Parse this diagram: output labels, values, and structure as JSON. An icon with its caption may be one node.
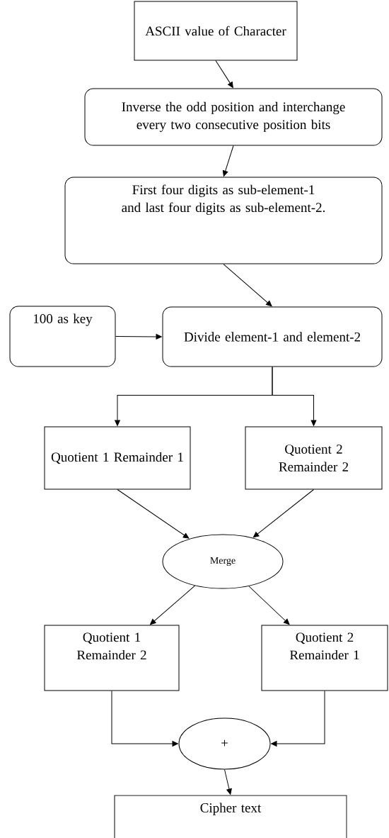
{
  "diagram": {
    "nodes": [
      {
        "text": [
          "ASCII value of Character"
        ]
      },
      {
        "text": [
          "Inverse the odd position and interchange every two consecutive position bits"
        ]
      },
      {
        "text": [
          "First four digits as sub-element-1 and last four digits as sub-element-2."
        ]
      },
      {
        "text": [
          "100 as key"
        ]
      },
      {
        "text": [
          "Divide element-1 and element-2"
        ]
      },
      {
        "text": [
          "Quotient 1 Remainder 1"
        ]
      },
      {
        "text": [
          "Quotient 2 Remainder 2"
        ]
      },
      {
        "text": [
          "Merge"
        ]
      },
      {
        "text": [
          "Quotient 1 Remainder 2"
        ]
      },
      {
        "text": [
          "Quotient 2 Remainder 1"
        ]
      },
      {
        "text": [
          "+"
        ]
      },
      {
        "text": [
          "Cipher text"
        ]
      }
    ],
    "edges": [
      {
        "from": 0,
        "to": 1,
        "arrow": "to"
      },
      {
        "from": 1,
        "to": 2,
        "arrow": "to"
      },
      {
        "from": 2,
        "to": 4,
        "arrow": "to"
      },
      {
        "from": 3,
        "to": 4,
        "arrow": "to"
      },
      {
        "from": 4,
        "to": 5,
        "arrow": "to"
      },
      {
        "from": 4,
        "to": 6,
        "arrow": "to"
      },
      {
        "from": 5,
        "to": 7,
        "arrow": "to"
      },
      {
        "from": 6,
        "to": 7,
        "arrow": "to"
      },
      {
        "from": 7,
        "to": 8,
        "arrow": "to"
      },
      {
        "from": 7,
        "to": 9,
        "arrow": "to"
      },
      {
        "from": 8,
        "to": 10,
        "arrow": "to"
      },
      {
        "from": 9,
        "to": 10,
        "arrow": "to"
      },
      {
        "from": 10,
        "to": 11,
        "arrow": "to"
      }
    ]
  }
}
